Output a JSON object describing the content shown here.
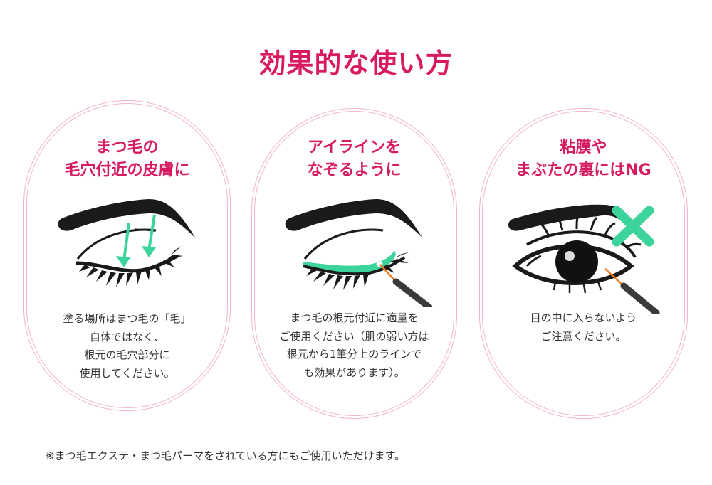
{
  "page": {
    "title": "効果的な使い方",
    "accent_color": "#d81b60",
    "highlight_color": "#3dd49c",
    "border_color": "#f2b6c4"
  },
  "cards": [
    {
      "heading": [
        "まつ毛の",
        "毛穴付近の皮膚に"
      ],
      "illustration": "closed-eye-with-arrows-icon",
      "body": [
        "塗る場所はまつ毛の「毛」",
        "自体ではなく、",
        "根元の毛穴部分に",
        "使用してください。"
      ]
    },
    {
      "heading": [
        "アイラインを",
        "なぞるように"
      ],
      "illustration": "eyeliner-application-icon",
      "body": [
        "まつ毛の根元付近に適量を",
        "ご使用ください（肌の弱い方は",
        "根元から1筆分上のラインで",
        "も効果があります）。"
      ]
    },
    {
      "heading": [
        "粘膜や",
        "まぶたの裏にはNG"
      ],
      "illustration": "open-eye-ng-icon",
      "ng_mark": "×",
      "body": [
        "目の中に入らないよう",
        "ご注意ください。"
      ]
    }
  ],
  "footnote": "※まつ毛エクステ・まつ毛パーマをされている方にもご使用いただけます。"
}
